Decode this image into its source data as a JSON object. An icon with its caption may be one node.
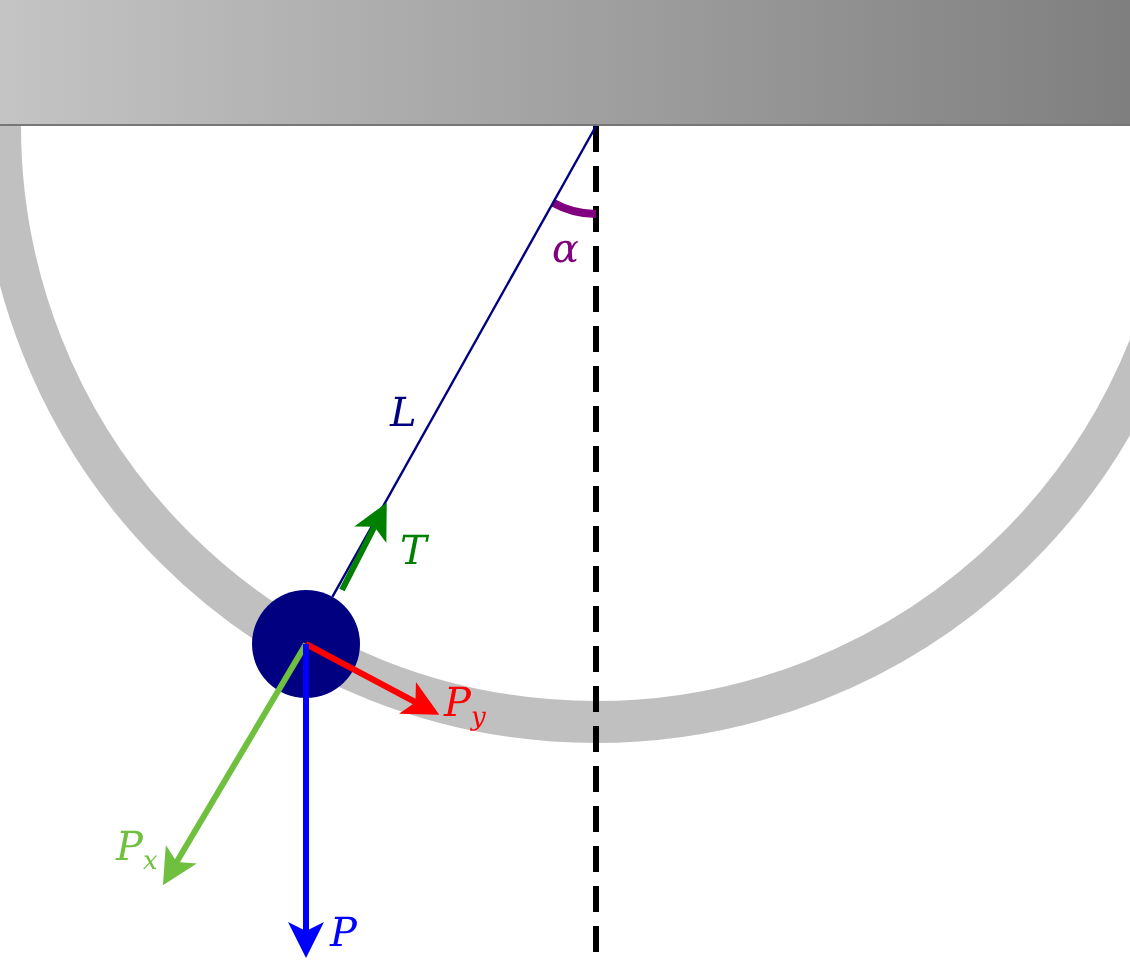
{
  "diagram": {
    "nodes": [
      {
        "text": [],
        "shape": "bar"
      },
      {
        "text": [],
        "shape": "circle"
      }
    ],
    "edges": [
      {
        "from": 0,
        "to": 1,
        "arrow": "none",
        "label": "L"
      }
    ],
    "labels": [
      "α",
      "T",
      "P$_{y}$",
      "P$_{x}$",
      "P"
    ]
  }
}
